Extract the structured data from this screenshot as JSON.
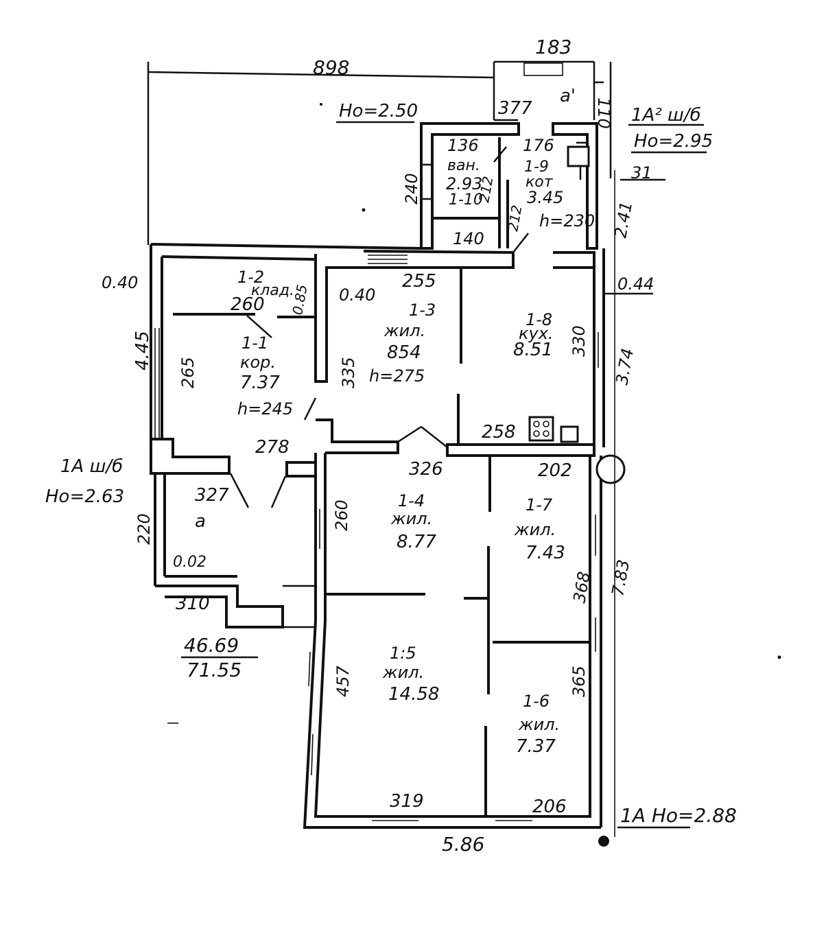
{
  "dimensions": {
    "top_overall": "898",
    "porch_top": "183",
    "porch_height": "110",
    "bath_top": "377",
    "bath_left": "240",
    "bath_inner_top": "136",
    "bath_inner_bottom": "140",
    "bath_partition": "212",
    "boiler_top": "176",
    "boiler_partition": "212",
    "corridor_left_small": "0.40",
    "left_outer": "4.45",
    "corridor_inner_left": "265",
    "pantry_width": "260",
    "pantry_depth": "0.85",
    "living13_wall": "0.40",
    "living13_top": "255",
    "living13_right": "335",
    "kitchen_right": "330",
    "right_outer_top": "2.41",
    "right_wall_thk": "0.44",
    "right_outer_mid": "3.74",
    "corridor_bottom": "278",
    "kitchen_bottom": "258",
    "vestibule_top": "327",
    "vestibule_left": "220",
    "vestibule_wall": "0.02",
    "vestibule_bottom": "310",
    "room14_top": "326",
    "room14_left": "260",
    "room17_top": "202",
    "room17_right": "368",
    "right_outer_low": "7.83",
    "room15_left": "457",
    "room16_right": "365",
    "room15_bottom": "319",
    "room16_bottom": "206",
    "bottom_overall": "5.86",
    "right_small": "31"
  },
  "rooms": {
    "r1_1": {
      "id": "1-1",
      "name": "кор.",
      "area": "7.37",
      "height": "h=245"
    },
    "r1_2": {
      "id": "1-2",
      "name": "клад."
    },
    "r1_3": {
      "id": "1-3",
      "name": "жил.",
      "area": "854",
      "height": "h=275"
    },
    "r1_4": {
      "id": "1-4",
      "name": "жил.",
      "area": "8.77"
    },
    "r1_5": {
      "id": "1:5",
      "name": "жил.",
      "area": "14.58"
    },
    "r1_6": {
      "id": "1-6",
      "name": "жил.",
      "area": "7.37"
    },
    "r1_7": {
      "id": "1-7",
      "name": "жил.",
      "area": "7.43"
    },
    "r1_8": {
      "id": "1-8",
      "name": "кух.",
      "area": "8.51"
    },
    "r1_9": {
      "id": "1-9",
      "name": "кот",
      "area": "3.45",
      "height": "h=230"
    },
    "r1_10": {
      "id": "1-10",
      "name": "ван.",
      "area": "2.93"
    },
    "a": {
      "id": "а"
    },
    "a1": {
      "id": "а'"
    }
  },
  "levels": {
    "ho_top": "Hо=2.50",
    "marker_right_top": "1А² ш/б",
    "ho_right_top": "Hо=2.95",
    "marker_left": "1А ш/б",
    "ho_left": "Hо=2.63",
    "marker_bottom_right": "1А Hо=2.88"
  },
  "totals": {
    "living_area": "46.69",
    "total_area": "71.55"
  }
}
